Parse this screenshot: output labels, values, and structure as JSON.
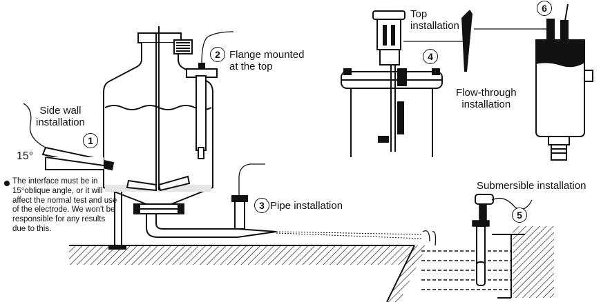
{
  "labels": {
    "side_wall": "Side wall\ninstallation",
    "angle": "15°",
    "flange": "Flange mounted\nat the top",
    "pipe": "Pipe installation",
    "top": "Top\ninstallation",
    "flow": "Flow-through\ninstallation",
    "submersible": "Submersible installation"
  },
  "markers": {
    "m1": "1",
    "m2": "2",
    "m3": "3",
    "m4": "4",
    "m5": "5",
    "m6": "6"
  },
  "note": "The interface must be in 15°oblique angle, or it will affect the normal test and use of the electrode. We won't be responsible for any results due to this."
}
